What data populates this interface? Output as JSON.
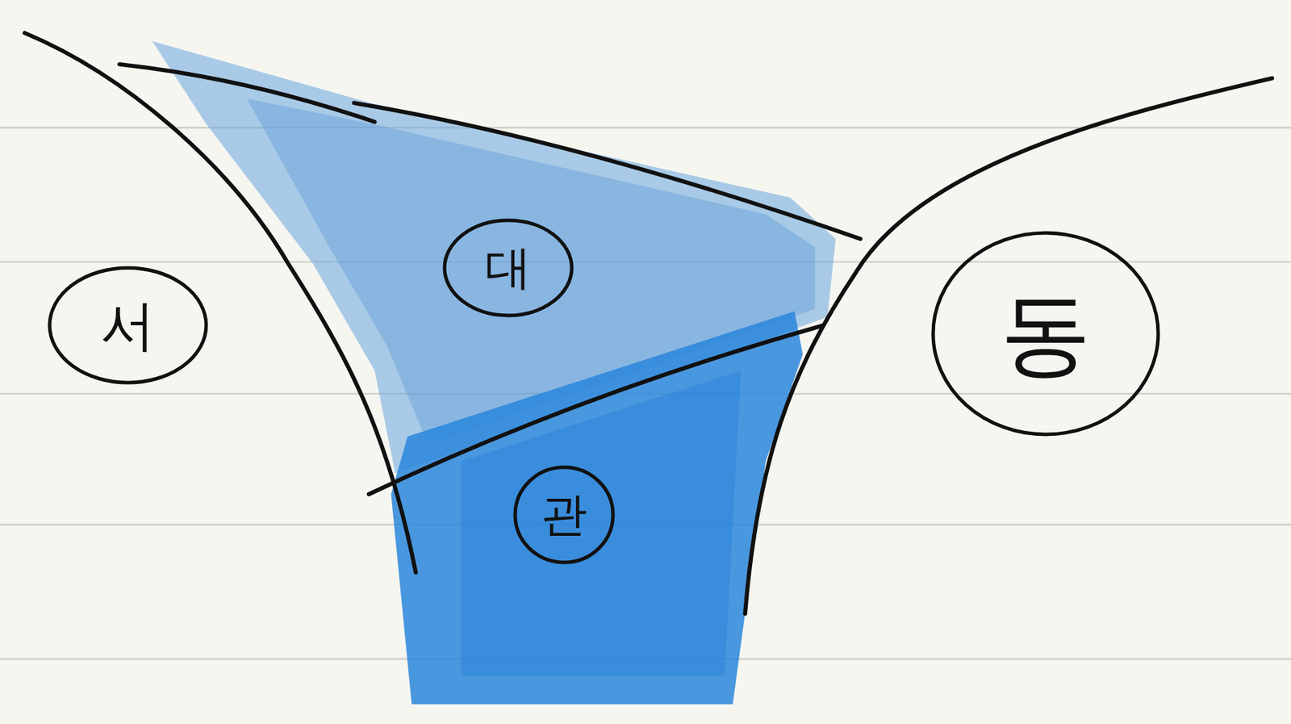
{
  "diagram": {
    "nodes": [
      {
        "text": [
          "서"
        ]
      },
      {
        "text": [
          "대"
        ]
      },
      {
        "text": [
          "관"
        ]
      },
      {
        "text": [
          "동"
        ]
      }
    ]
  }
}
